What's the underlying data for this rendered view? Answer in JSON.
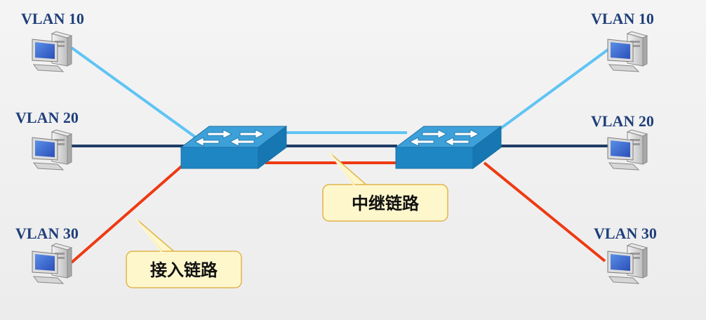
{
  "labels": {
    "left_top": "VLAN 10",
    "left_mid": "VLAN 20",
    "left_bot": "VLAN 30",
    "right_top": "VLAN 10",
    "right_mid": "VLAN 20",
    "right_bot": "VLAN 30"
  },
  "callouts": {
    "access_link": "接入链路",
    "trunk_link": "中继链路"
  },
  "colors": {
    "vlan10": "#5fc4f4",
    "vlan20": "#1f3c66",
    "vlan30": "#ee3a12",
    "switch_top": "#3da0d9",
    "switch_front": "#1f86c4",
    "callout_fill": "#fff7cc",
    "callout_stroke": "#e0b44c"
  }
}
